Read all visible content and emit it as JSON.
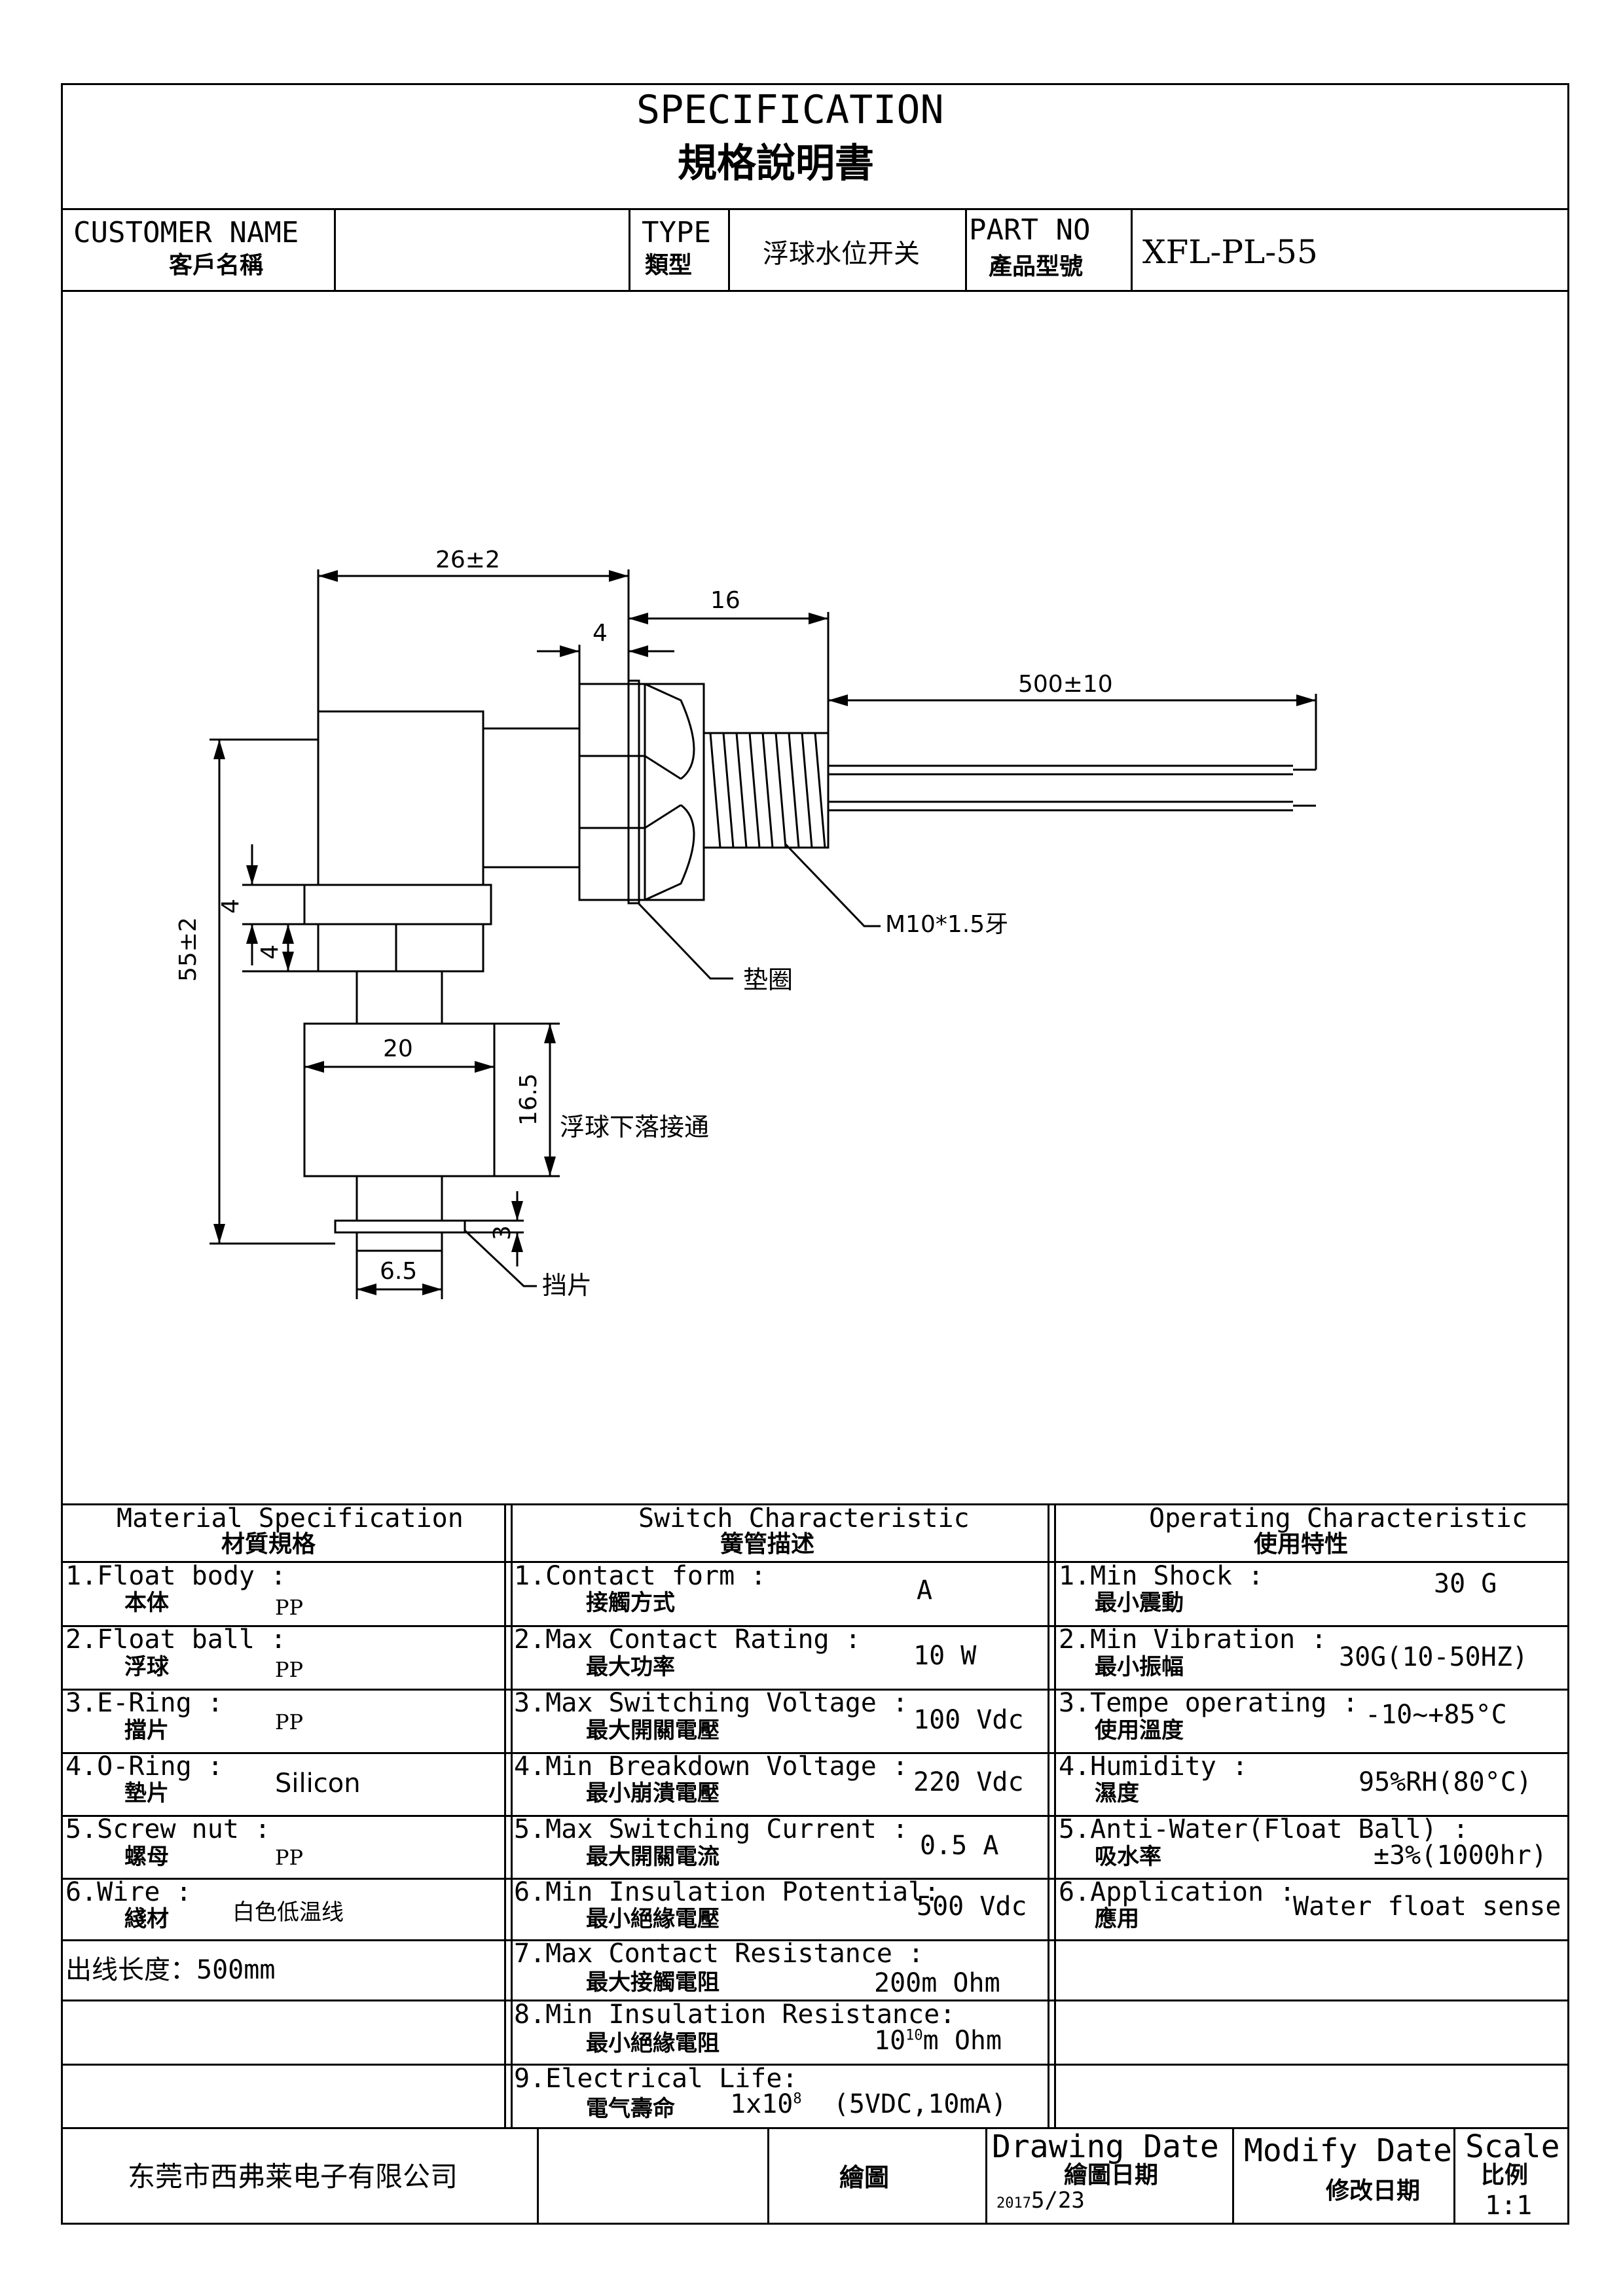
{
  "header": {
    "title_en": "SPECIFICATION",
    "title_cn": "規格說明書",
    "customer_name_label": "CUSTOMER NAME",
    "customer_name_label_cn": "客戶名稱",
    "customer_name_value": "",
    "type_label": "TYPE",
    "type_label_cn": "類型",
    "type_value": "浮球水位开关",
    "part_no_label": "PART NO",
    "part_no_label_cn": "產品型號",
    "part_no_value": "XFL-PL-55"
  },
  "drawing": {
    "dim_26": "26±2",
    "dim_16": "16",
    "dim_4_top": "4",
    "dim_500": "500±10",
    "dim_55": "55±2",
    "dim_4_a": "4",
    "dim_4_b": "4",
    "dim_20": "20",
    "dim_16_5": "16.5",
    "dim_3": "3",
    "dim_6_5": "6.5",
    "thread_label": "M10*1.5牙",
    "washer_label": "垫圈",
    "float_label": "浮球下落接通",
    "stop_label": "挡片"
  },
  "specs": {
    "material": {
      "title": "Material  Specification",
      "title_cn": "材質規格",
      "rows": [
        {
          "label": "1.Float body :",
          "label_cn": "本体",
          "value": "PP"
        },
        {
          "label": "2.Float ball :",
          "label_cn": "浮球",
          "value": "PP"
        },
        {
          "label": "3.E-Ring :",
          "label_cn": "擋片",
          "value": "PP"
        },
        {
          "label": "4.O-Ring :",
          "label_cn": "墊片",
          "value": "Silicon"
        },
        {
          "label": "5.Screw nut :",
          "label_cn": "螺母",
          "value": "PP"
        },
        {
          "label": "6.Wire :",
          "label_cn": "綫材",
          "value": "白色低温线"
        },
        {
          "label": "出线长度：500mm",
          "label_cn": "",
          "value": ""
        }
      ]
    },
    "switch": {
      "title": "Switch Characteristic",
      "title_cn": "簧管描述",
      "rows": [
        {
          "label": "1.Contact form :",
          "label_cn": "接觸方式",
          "value": "A"
        },
        {
          "label": "2.Max Contact Rating :",
          "label_cn": "最大功率",
          "value": "10 W"
        },
        {
          "label": "3.Max Switching Voltage :",
          "label_cn": "最大開關電壓",
          "value": "100 Vdc"
        },
        {
          "label": "4.Min Breakdown Voltage :",
          "label_cn": "最小崩潰電壓",
          "value": "220 Vdc"
        },
        {
          "label": "5.Max Switching Current :",
          "label_cn": "最大開關電流",
          "value": "0.5 A"
        },
        {
          "label": "6.Min Insulation Potential:",
          "label_cn": "最小絕緣電壓",
          "value": "500 Vdc"
        },
        {
          "label": "7.Max Contact Resistance :",
          "label_cn": "最大接觸電阻",
          "value": "200m Ohm"
        },
        {
          "label": "8.Min Insulation Resistance:",
          "label_cn": "最小絕緣電阻",
          "value_base": "10",
          "value_exp": "10",
          "value_unit": "m Ohm"
        },
        {
          "label": "9.Electrical Life:",
          "label_cn": "電气壽命",
          "value_base": "1x10",
          "value_exp": "8",
          "value_unit": "(5VDC,10mA)"
        }
      ]
    },
    "operating": {
      "title": "Operating Characteristic",
      "title_cn": "使用特性",
      "rows": [
        {
          "label": "1.Min Shock :",
          "label_cn": "最小震動",
          "value": "30 G"
        },
        {
          "label": "2.Min Vibration :",
          "label_cn": "最小振幅",
          "value": "30G(10-50HZ)"
        },
        {
          "label": "3.Tempe operating :",
          "label_cn": "使用溫度",
          "value": "-10~+85°C"
        },
        {
          "label": "4.Humidity :",
          "label_cn": "濕度",
          "value": "95%RH(80°C)"
        },
        {
          "label": "5.Anti-Water(Float Ball) :",
          "label_cn": "吸水率",
          "value": "±3%(1000hr)"
        },
        {
          "label": "6.Application :",
          "label_cn": "應用",
          "value": "Water float sense"
        }
      ]
    }
  },
  "footer": {
    "company": "东莞市西弗莱电子有限公司",
    "drawn_label": "繪圖",
    "drawing_date_label": "Drawing Date",
    "drawing_date_label_cn": "繪圖日期",
    "drawing_date_year": "2017",
    "drawing_date_rest": "5/23",
    "modify_date_label": "Modify Date",
    "modify_date_label_cn": "修改日期",
    "scale_label": "Scale",
    "scale_label_cn": "比例",
    "scale_value": "1:1"
  }
}
